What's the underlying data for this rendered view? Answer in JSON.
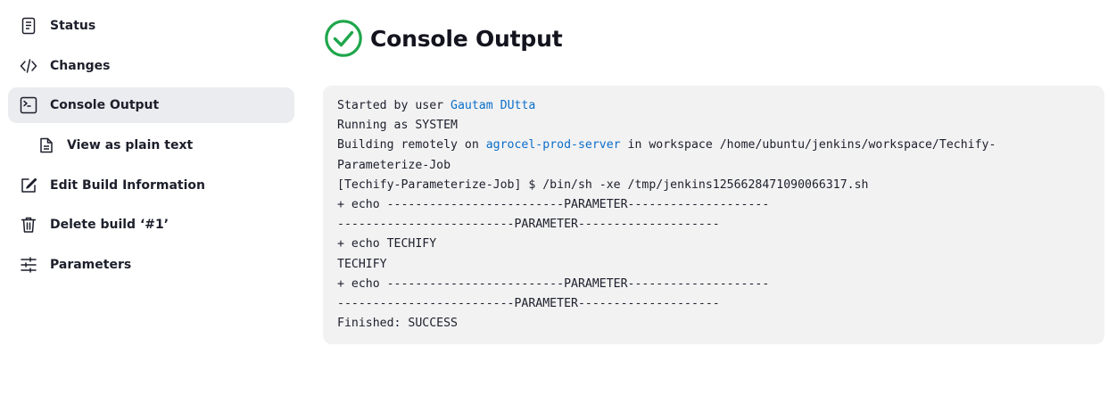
{
  "sidebar": {
    "items": [
      {
        "label": "Status",
        "icon": "status-document-icon"
      },
      {
        "label": "Changes",
        "icon": "code-icon"
      },
      {
        "label": "Console Output",
        "icon": "terminal-icon",
        "active": true
      },
      {
        "label": "View as plain text",
        "icon": "document-icon"
      },
      {
        "label": "Edit Build Information",
        "icon": "edit-icon"
      },
      {
        "label": "Delete build ‘#1’",
        "icon": "trash-icon"
      },
      {
        "label": "Parameters",
        "icon": "sliders-icon"
      }
    ]
  },
  "header": {
    "title": "Console Output",
    "status_icon": "success-check-icon",
    "status_color": "#1ea64b"
  },
  "console": {
    "started_prefix": "Started by user ",
    "user_link": "Gautam DUtta",
    "line_running": "Running as SYSTEM",
    "building_prefix": "Building remotely on ",
    "node_link": "agrocel-prod-server",
    "building_suffix": " in workspace /home/ubuntu/jenkins/workspace/Techify-",
    "building_cont": "Parameterize-Job",
    "line_cmd": "[Techify-Parameterize-Job] $ /bin/sh -xe /tmp/jenkins1256628471090066317.sh",
    "line_echo1": "+ echo -------------------------PARAMETER--------------------",
    "line_out1": "-------------------------PARAMETER--------------------",
    "line_echo2": "+ echo TECHIFY",
    "line_out2": "TECHIFY",
    "line_echo3": "+ echo -------------------------PARAMETER--------------------",
    "line_out3": "-------------------------PARAMETER--------------------",
    "line_finished": "Finished: SUCCESS"
  },
  "colors": {
    "link": "#0b6ec8",
    "console_bg": "#f2f2f3",
    "active_item_bg": "#ebecf0"
  }
}
